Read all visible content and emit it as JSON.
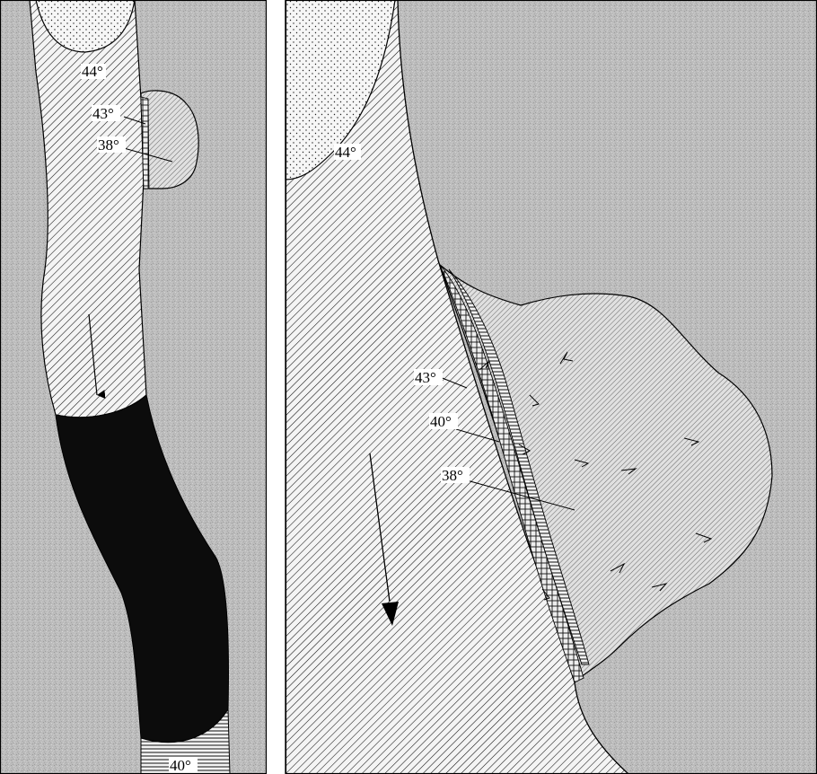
{
  "left_panel": {
    "labels": {
      "upper_angle": "44°",
      "inlet_upper": "43°",
      "inlet_lower": "38°",
      "bottom_angle": "40°"
    }
  },
  "right_panel": {
    "labels": {
      "upper_angle": "44°",
      "front_upper": "43°",
      "front_mid": "40°",
      "front_lower": "38°"
    }
  },
  "colors": {
    "background_gray": "#bdbdbd",
    "channel_light": "#f2f2f2",
    "dark_fill": "#0c0c0c",
    "stroke": "#000000"
  },
  "icons": [
    "flow-arrow-icon",
    "chevron-marker-icon"
  ]
}
